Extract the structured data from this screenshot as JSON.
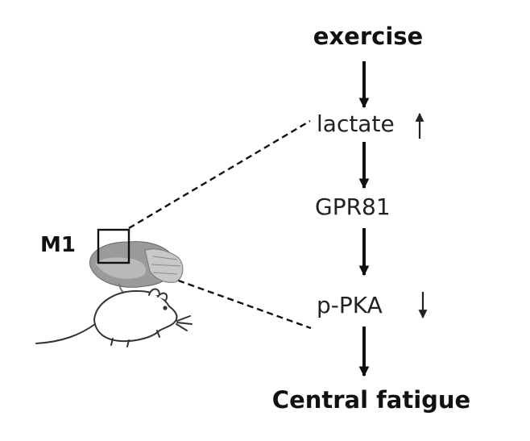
{
  "diagram": {
    "steps": {
      "exercise": "exercise",
      "lactate": "lactate",
      "gpr81": "GPR81",
      "ppka": "p-PKA",
      "outcome": "Central fatigue"
    },
    "region_label": "M1",
    "indicators": {
      "lactate_change": "up",
      "ppka_change": "down"
    },
    "colors": {
      "arrow": "#111111",
      "text": "#111111",
      "brain": "#8c8c8c",
      "mouse_outline": "#333333"
    }
  }
}
